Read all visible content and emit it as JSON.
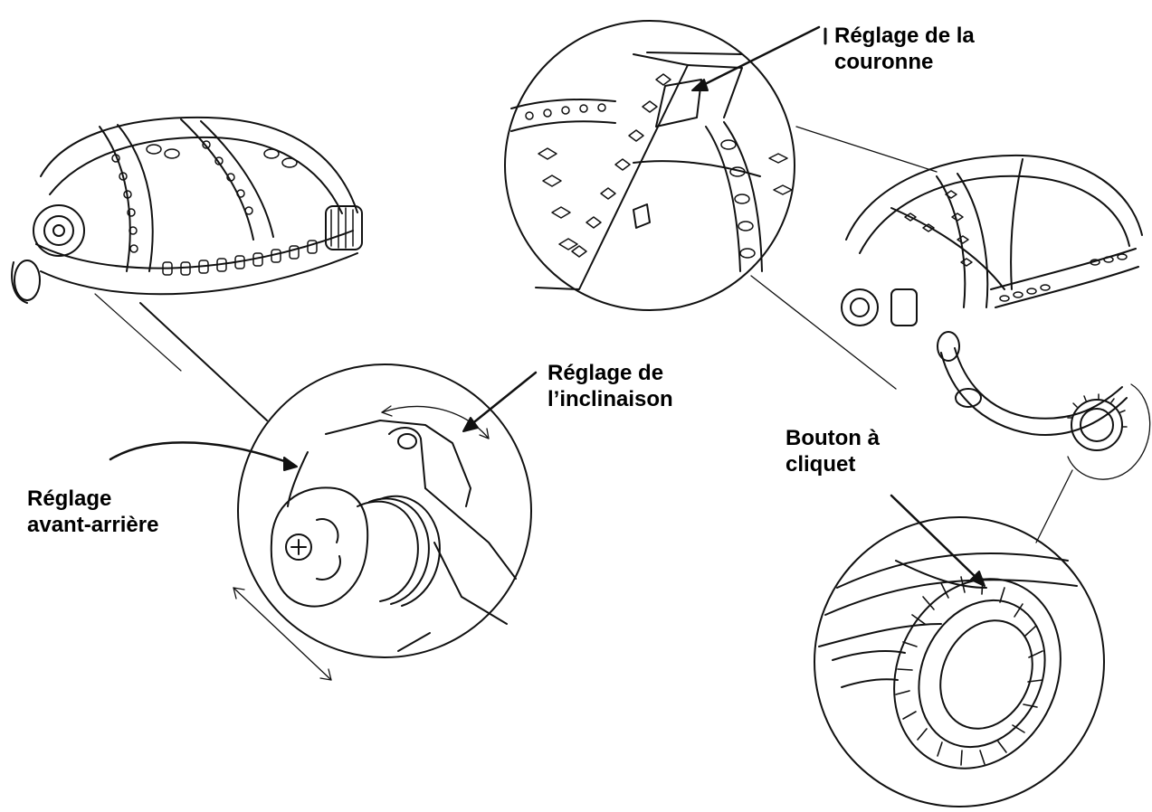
{
  "labels": {
    "crown": {
      "line1": "Réglage de la",
      "line2": "couronne"
    },
    "tilt": {
      "line1": "Réglage de",
      "line2": "l’inclinaison"
    },
    "fore_aft": {
      "line1": "Réglage",
      "line2": "avant-arrière"
    },
    "ratchet": {
      "line1": "Bouton à",
      "line2": "cliquet"
    }
  },
  "colors": {
    "line": "#111111",
    "background": "#ffffff"
  },
  "icons": [
    "headgear-left-view",
    "headgear-right-view",
    "crown-strap-detail",
    "tilt-pivot-detail",
    "ratchet-knob-detail",
    "double-arrow-icon"
  ]
}
